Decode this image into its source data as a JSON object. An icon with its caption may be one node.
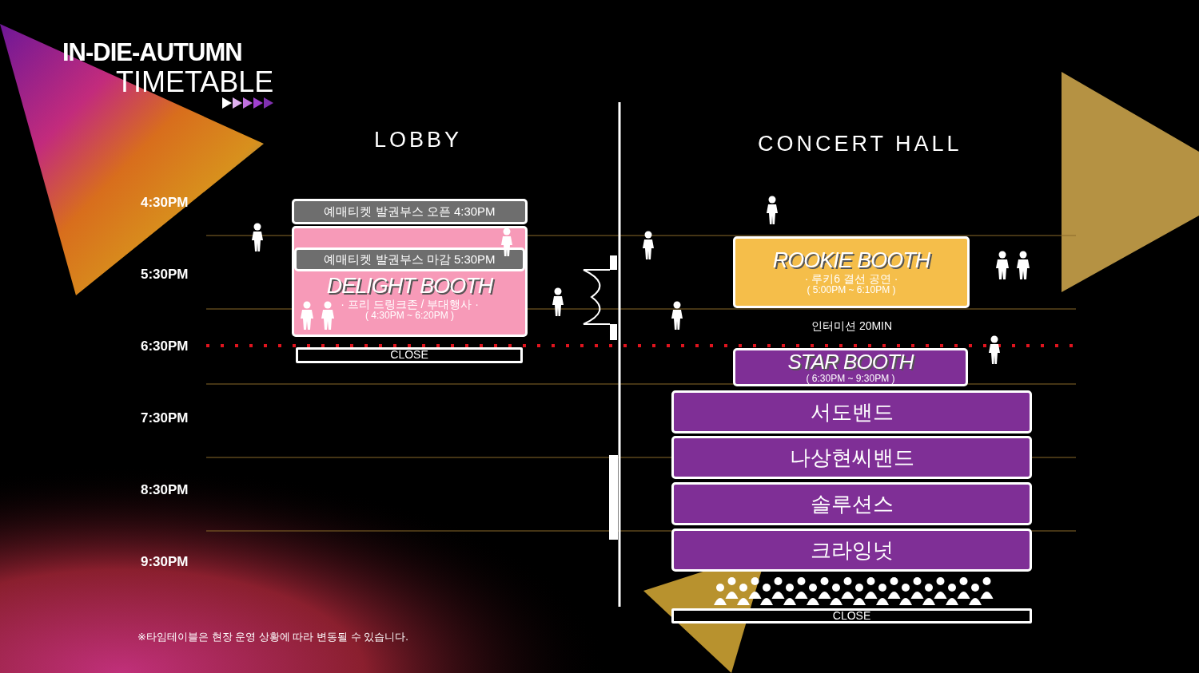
{
  "diagram": {
    "title": "IN-DIE-AUTUMN",
    "nodes": [
      {
        "text": [
          "예매티켓 발권부스 오픈 4:30PM"
        ]
      },
      {
        "text": [
          "DELIGHT BOOTH",
          "· 프리 드링크존 / 부대행사 ·",
          "( 4:30PM ~ 6:20PM )"
        ]
      },
      {
        "text": [
          "예매티켓 발권부스 마감 5:30PM"
        ],
        "in": 1
      },
      {
        "text": [
          "CLOSE"
        ]
      },
      {
        "text": [
          "ROOKIE BOOTH",
          "· 루키6 결선 공연 ·",
          "( 5:00PM ~ 6:10PM )"
        ]
      },
      {
        "text": [
          "STAR BOOTH",
          "( 6:30PM ~ 9:30PM )"
        ]
      },
      {
        "text": [
          "서도밴드"
        ]
      },
      {
        "text": [
          "나상현씨밴드"
        ]
      },
      {
        "text": [
          "솔루션스"
        ]
      },
      {
        "text": [
          "크라잉넛"
        ]
      },
      {
        "text": [
          "CLOSE"
        ]
      }
    ],
    "edges": [],
    "labels": [
      "TIMETABLE",
      "LOBBY",
      "CONCERT HALL",
      "4:30PM",
      "5:30PM",
      "6:30PM",
      "7:30PM",
      "8:30PM",
      "9:30PM",
      "인터미션 20MIN",
      "※타임테이블은 현장 운영 상황에 따라 변동될 수 있습니다."
    ]
  }
}
